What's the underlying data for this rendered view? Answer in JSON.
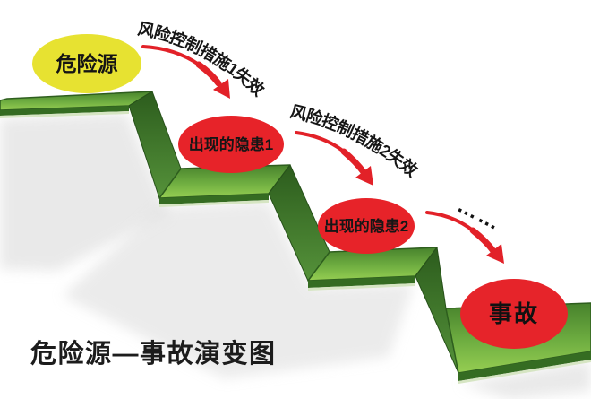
{
  "diagram": {
    "title": "危险源—事故演变图",
    "nodes": {
      "hazard": {
        "label": "危险源",
        "fill": "#e7e231",
        "text_color": "#141414"
      },
      "danger1": {
        "label": "出现的隐患1",
        "fill": "#e72329",
        "text_color": "#161616"
      },
      "danger2": {
        "label": "出现的隐患2",
        "fill": "#e72329",
        "text_color": "#161616"
      },
      "accident": {
        "label": "事故",
        "fill": "#e6242a",
        "text_color": "#111111"
      }
    },
    "arrow_labels": {
      "label1": "风险控制措施1失效",
      "label2": "风险控制措施2失效"
    },
    "ellipsis": "……",
    "colors": {
      "arrow_red": "#e22128",
      "step_face_light": "#96ce52",
      "step_face_dark": "#47822c",
      "step_wall_light": "#55923a",
      "step_wall_dark": "#2c5c1d",
      "step_edge_strip": "#356c22",
      "shadow_gray": "#d8d8d8"
    }
  }
}
